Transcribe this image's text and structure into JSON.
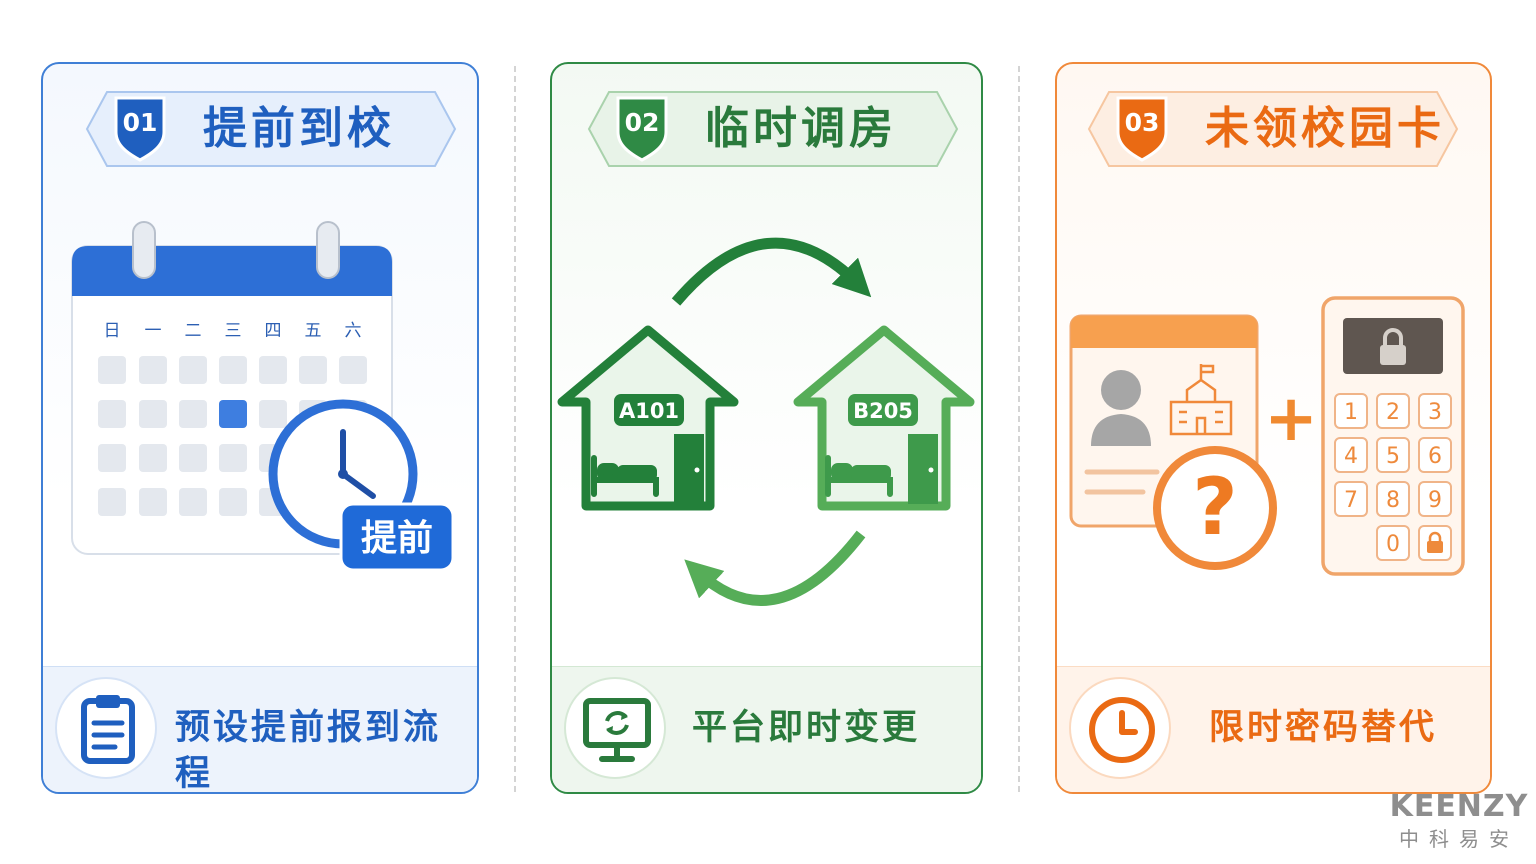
{
  "panels": [
    {
      "number": "01",
      "title": "提前到校",
      "footer": "预设提前报到流程",
      "footer_icon": "clipboard-icon",
      "accent": "#1f5fbf"
    },
    {
      "number": "02",
      "title": "临时调房",
      "footer": "平台即时变更",
      "footer_icon": "monitor-refresh-icon",
      "accent": "#2f8a45"
    },
    {
      "number": "03",
      "title": "未领校园卡",
      "footer": "限时密码替代",
      "footer_icon": "clock-icon",
      "accent": "#ea6a13"
    }
  ],
  "calendar": {
    "weekdays": [
      "日",
      "一",
      "二",
      "三",
      "四",
      "五",
      "六"
    ],
    "badge": "提前"
  },
  "rooms": {
    "from": "A101",
    "to": "B205"
  },
  "keypad": {
    "keys": [
      "1",
      "2",
      "3",
      "4",
      "5",
      "6",
      "7",
      "8",
      "9",
      "0"
    ],
    "question_mark": "?",
    "plus": "+"
  },
  "brand": {
    "name": "KEENZY",
    "subtitle": "中科易安"
  }
}
